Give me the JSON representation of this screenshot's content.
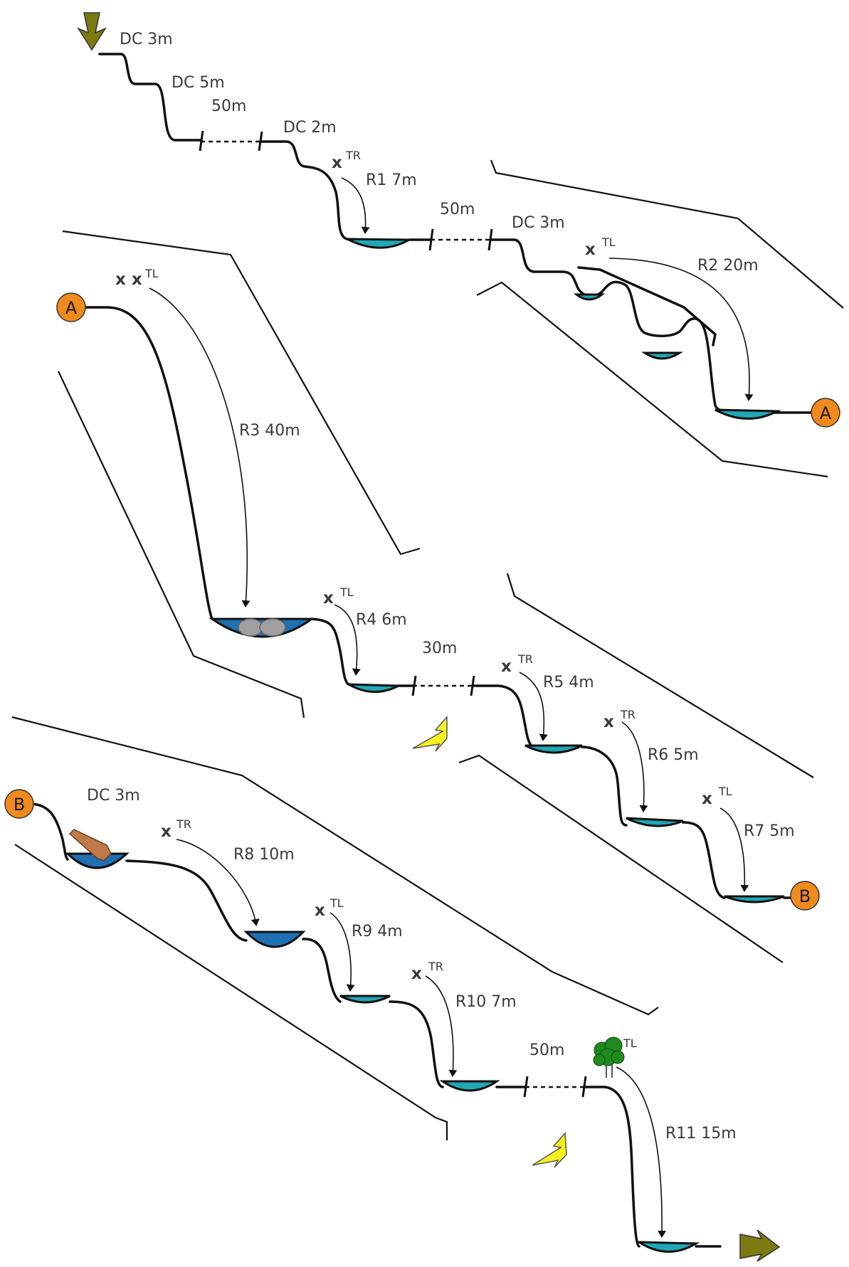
{
  "labels": {
    "dc1": "DC 3m",
    "dc2": "DC 5m",
    "walk1": "50m",
    "dc3": "DC 2m",
    "r1": "R1 7m",
    "walk2": "50m",
    "dc4": "DC 3m",
    "r2": "R2 20m",
    "r3": "R3 40m",
    "r4": "R4 6m",
    "walk3": "30m",
    "r5": "R5 4m",
    "r6": "R6 5m",
    "r7": "R7 5m",
    "dc5": "DC 3m",
    "r8": "R8 10m",
    "r9": "R9 4m",
    "r10": "R10 7m",
    "walk4": "50m",
    "r11": "R11 15m"
  },
  "anchors": {
    "r1": {
      "mark": "x",
      "side": "TR"
    },
    "r2": {
      "mark": "x",
      "side": "TL"
    },
    "r3": {
      "mark": "x x",
      "side": "TL"
    },
    "r4": {
      "mark": "x",
      "side": "TL"
    },
    "r5": {
      "mark": "x",
      "side": "TR"
    },
    "r6": {
      "mark": "x",
      "side": "TR"
    },
    "r7": {
      "mark": "x",
      "side": "TL"
    },
    "r8": {
      "mark": "x",
      "side": "TR"
    },
    "r9": {
      "mark": "x",
      "side": "TL"
    },
    "r10": {
      "mark": "x",
      "side": "TR"
    },
    "r11": {
      "mark": "tree-icon",
      "side": "TL"
    }
  },
  "connectors": {
    "a": "A",
    "b": "B"
  },
  "colors": {
    "pool_light": "#21a7b5",
    "pool_dark": "#1f6fb3",
    "connector": "#f08a1c",
    "escape_arrow": "#f7f21f",
    "flow_arrow": "#7a7a10",
    "tree": "#1f8a1f",
    "log": "#c07a4a",
    "rock": "#a0a0a0"
  },
  "icons": [
    "start-arrow-icon",
    "end-arrow-icon",
    "escape-arrow-icon",
    "tree-icon",
    "log-icon",
    "rocks-icon"
  ]
}
